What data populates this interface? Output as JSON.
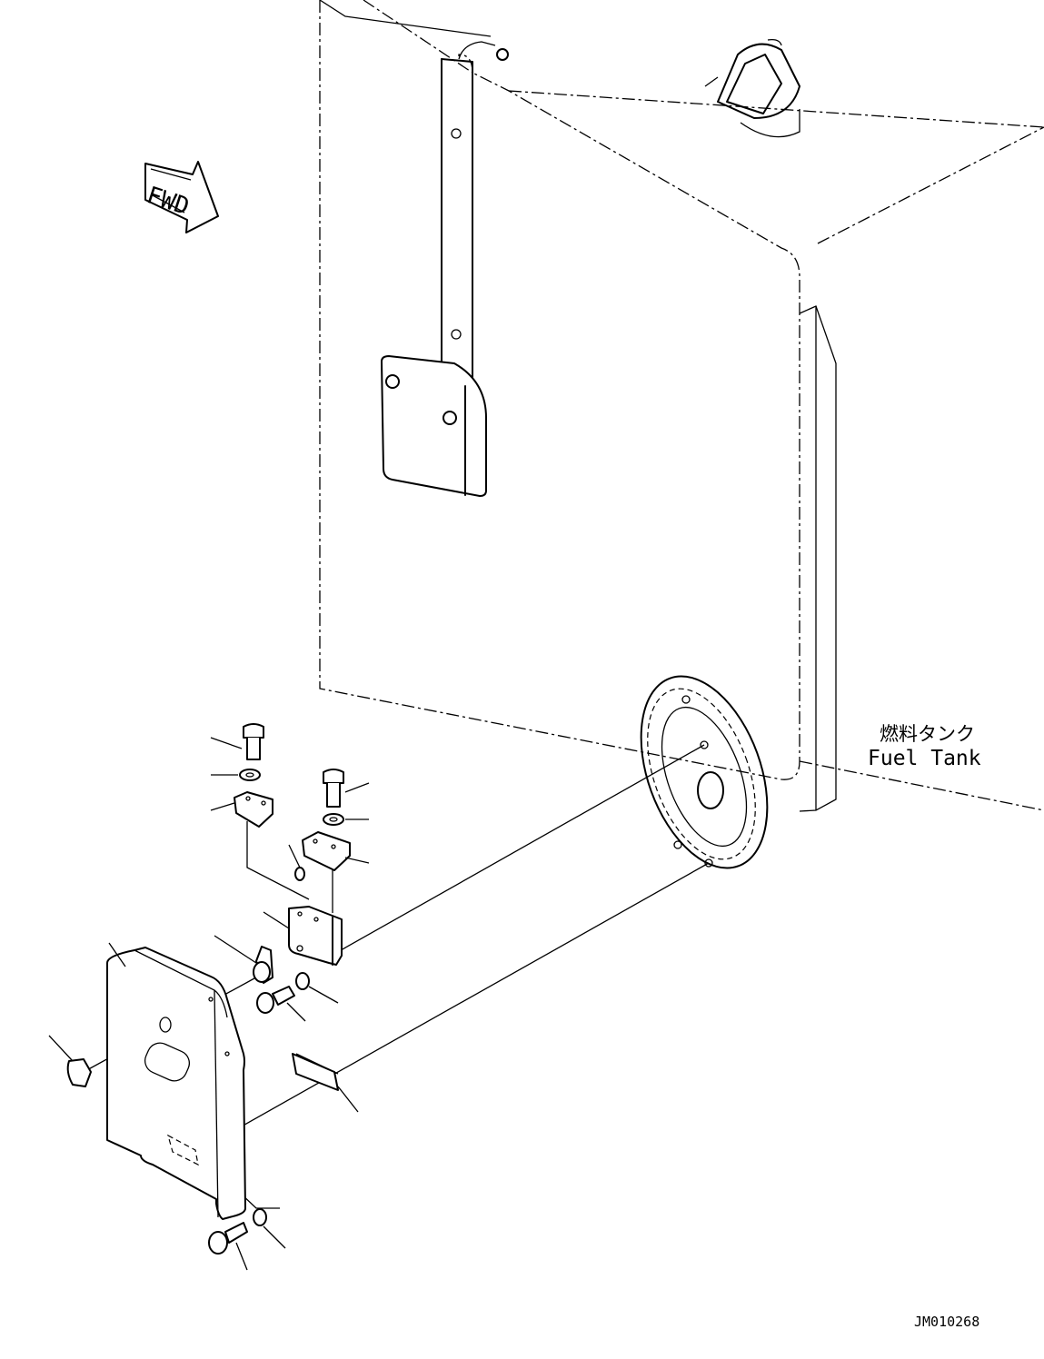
{
  "diagram": {
    "fwd_label": "FWD",
    "tank_label_jp": "燃料タンク",
    "tank_label_en": "Fuel Tank",
    "drawing_number": "JM010268"
  }
}
